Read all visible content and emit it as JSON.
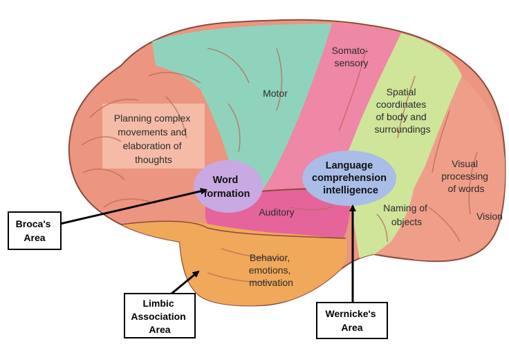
{
  "regions": {
    "motor": {
      "lines": [
        "Motor"
      ],
      "color": "#8fd3bd"
    },
    "somatosensory": {
      "lines": [
        "Somato-",
        "sensory"
      ],
      "color": "#ef87a6"
    },
    "spatial": {
      "lines": [
        "Spatial",
        "coordinates",
        "of body and",
        "surroundings"
      ],
      "color": "#cfe59a"
    },
    "planning": {
      "lines": [
        "Planning complex",
        "movements and",
        "elaboration of",
        "thoughts"
      ],
      "color": "#f1a78f"
    },
    "word_formation": {
      "lines": [
        "Word",
        "formation"
      ],
      "color": "#c9a9e2"
    },
    "language": {
      "lines": [
        "Language",
        "comprehension",
        "intelligence"
      ],
      "color": "#a9bde6"
    },
    "visual": {
      "lines": [
        "Visual",
        "processing",
        "of words"
      ],
      "color": "#ef9f89"
    },
    "auditory": {
      "lines": [
        "Auditory"
      ],
      "color": "#e5649a"
    },
    "naming": {
      "lines": [
        "Naming of",
        "objects"
      ],
      "color": "#cfe59a"
    },
    "vision": {
      "lines": [
        "Vision"
      ],
      "color": "#ef9f89"
    },
    "limbic": {
      "lines": [
        "Behavior,",
        "emotions,",
        "motivation"
      ],
      "color": "#f0a85a"
    }
  },
  "callouts": {
    "broca": {
      "lines": [
        "Broca's",
        "Area"
      ]
    },
    "limbic": {
      "lines": [
        "Limbic",
        "Association",
        "Area"
      ]
    },
    "wernicke": {
      "lines": [
        "Wernicke's",
        "Area"
      ]
    }
  },
  "colors": {
    "brain_base": "#ec9580",
    "outline": "#8a4b3c",
    "sulcus": "#b86b5a",
    "arrow": "#000000"
  }
}
